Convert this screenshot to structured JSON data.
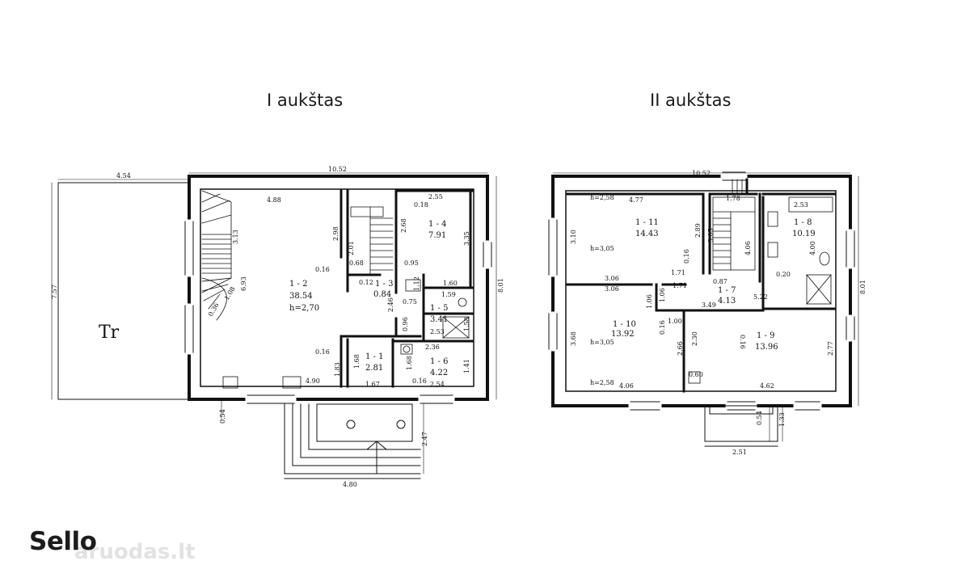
{
  "floors": [
    {
      "title": "I aukštas",
      "terrace_label": "Tr",
      "rooms": [
        {
          "id": "1 - 1",
          "area": "2.81",
          "height": ""
        },
        {
          "id": "1 - 2",
          "area": "38.54",
          "height": "h=2,70"
        },
        {
          "id": "1 - 3",
          "area": "0.84",
          "height": ""
        },
        {
          "id": "1 - 4",
          "area": "7.91",
          "height": ""
        },
        {
          "id": "1 - 5",
          "area": "3.41",
          "height": ""
        },
        {
          "id": "1 - 6",
          "area": "4.22",
          "height": ""
        }
      ],
      "dimensions": [
        "4.54",
        "10.52",
        "4.88",
        "2.55",
        "0.18",
        "3.13",
        "2.98",
        "2.01",
        "2.68",
        "3.35",
        "0.16",
        "0.68",
        "0.95",
        "7.57",
        "6.93",
        "1.08",
        "0.36",
        "0.12",
        "1.12",
        "1.60",
        "8.01",
        "0.75",
        "2.46",
        "1.59",
        "1.58",
        "0.96",
        "2.53",
        "0.16",
        "2.36",
        "1.68",
        "1.68",
        "1.41",
        "1.83",
        "4.90",
        "1.67",
        "0.16",
        "2.54",
        "0.54",
        "2.47",
        "4.80"
      ]
    },
    {
      "title": "II aukštas",
      "rooms": [
        {
          "id": "1 - 7",
          "area": "4.13",
          "height": ""
        },
        {
          "id": "1 - 8",
          "area": "10.19",
          "height": ""
        },
        {
          "id": "1 - 9",
          "area": "13.96",
          "height": ""
        },
        {
          "id": "1 - 10",
          "area": "13.92",
          "height": "h=3,05"
        },
        {
          "id": "1 - 11",
          "area": "14.43",
          "height": "h=3,05"
        }
      ],
      "dimensions": [
        "10.52",
        "h=2,58",
        "4.77",
        "1.78",
        "2.53",
        "3.10",
        "2.89",
        "3.05",
        "4.06",
        "4.00",
        "0.16",
        "0.20",
        "3.06",
        "1.71",
        "0.87",
        "1.71",
        "3.06",
        "1.06",
        "1.06",
        "5.22",
        "3.49",
        "8.01",
        "3.68",
        "1.00",
        "0.16",
        "0.16",
        "2.30",
        "2.66",
        "2.77",
        "h=2,58",
        "4.06",
        "0.60",
        "4.62",
        "0.54",
        "1.33",
        "2.51"
      ]
    }
  ],
  "brand": {
    "name": "Sello",
    "watermark": "aruodas.lt"
  }
}
